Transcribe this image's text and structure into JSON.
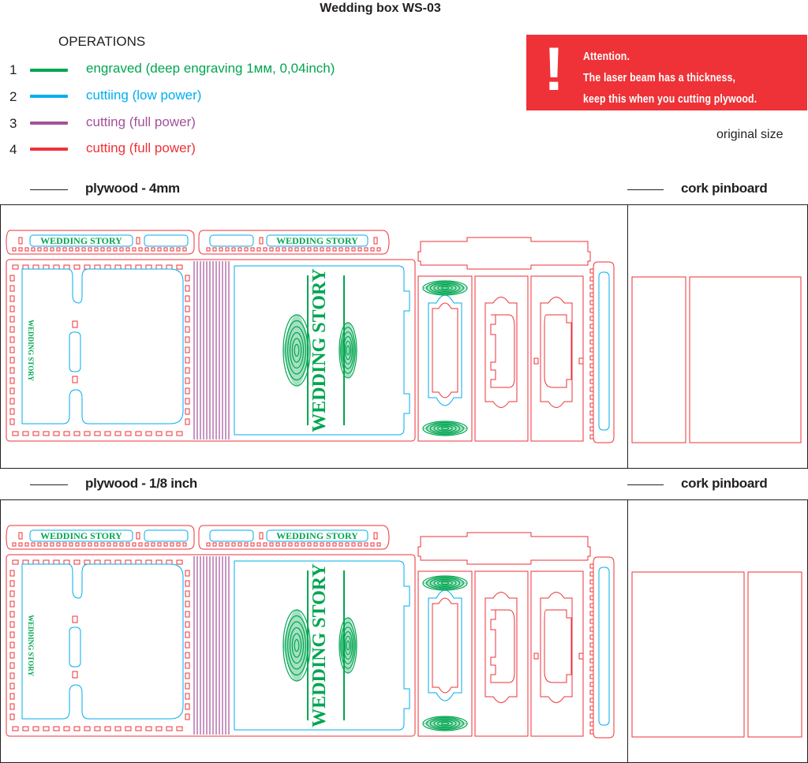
{
  "title": "Wedding box WS-03",
  "operations": {
    "heading": "OPERATIONS",
    "items": [
      {
        "num": "1",
        "label": "engraved (deep engraving 1мм, 0,04inch)",
        "color": "#00a651"
      },
      {
        "num": "2",
        "label": "cuttiing (low power)",
        "color": "#00aeef"
      },
      {
        "num": "3",
        "label": "cutting (full power)",
        "color": "#a3519b"
      },
      {
        "num": "4",
        "label": "cutting (full power)",
        "color": "#ee3237"
      }
    ]
  },
  "attention": {
    "mark": "!",
    "lines": [
      "Attention.",
      "The laser beam has a thickness,",
      "keep this when you cutting plywood."
    ],
    "color": "#ee3237"
  },
  "original_size": "original size",
  "sections": [
    {
      "material": "plywood - 4mm",
      "secondary": "cork pinboard"
    },
    {
      "material": "plywood - 1/8 inch",
      "secondary": "cork pinboard"
    }
  ],
  "engraving_text": "Wedding Story"
}
